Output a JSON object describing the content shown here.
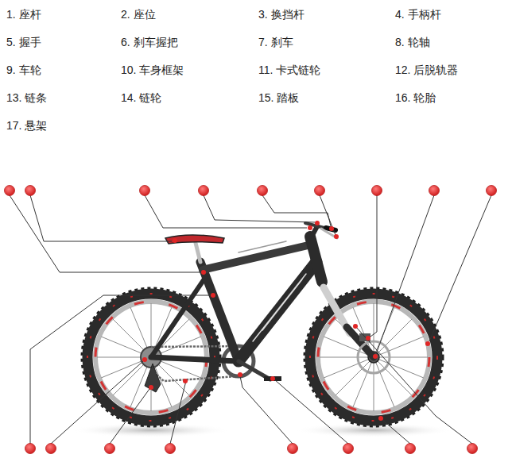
{
  "diagram": {
    "labels": [
      "1. 座杆",
      "2. 座位",
      "3. 换挡杆",
      "4. 手柄杆",
      "5. 握手",
      "6. 刹车握把",
      "7. 刹车",
      "8. 轮轴",
      "9. 车轮",
      "10. 车身框架",
      "11. 卡式链轮",
      "12. 后脱轨器",
      "13. 链条",
      "14. 链轮",
      "15. 踏板",
      "16. 轮胎",
      "17. 悬架"
    ]
  }
}
